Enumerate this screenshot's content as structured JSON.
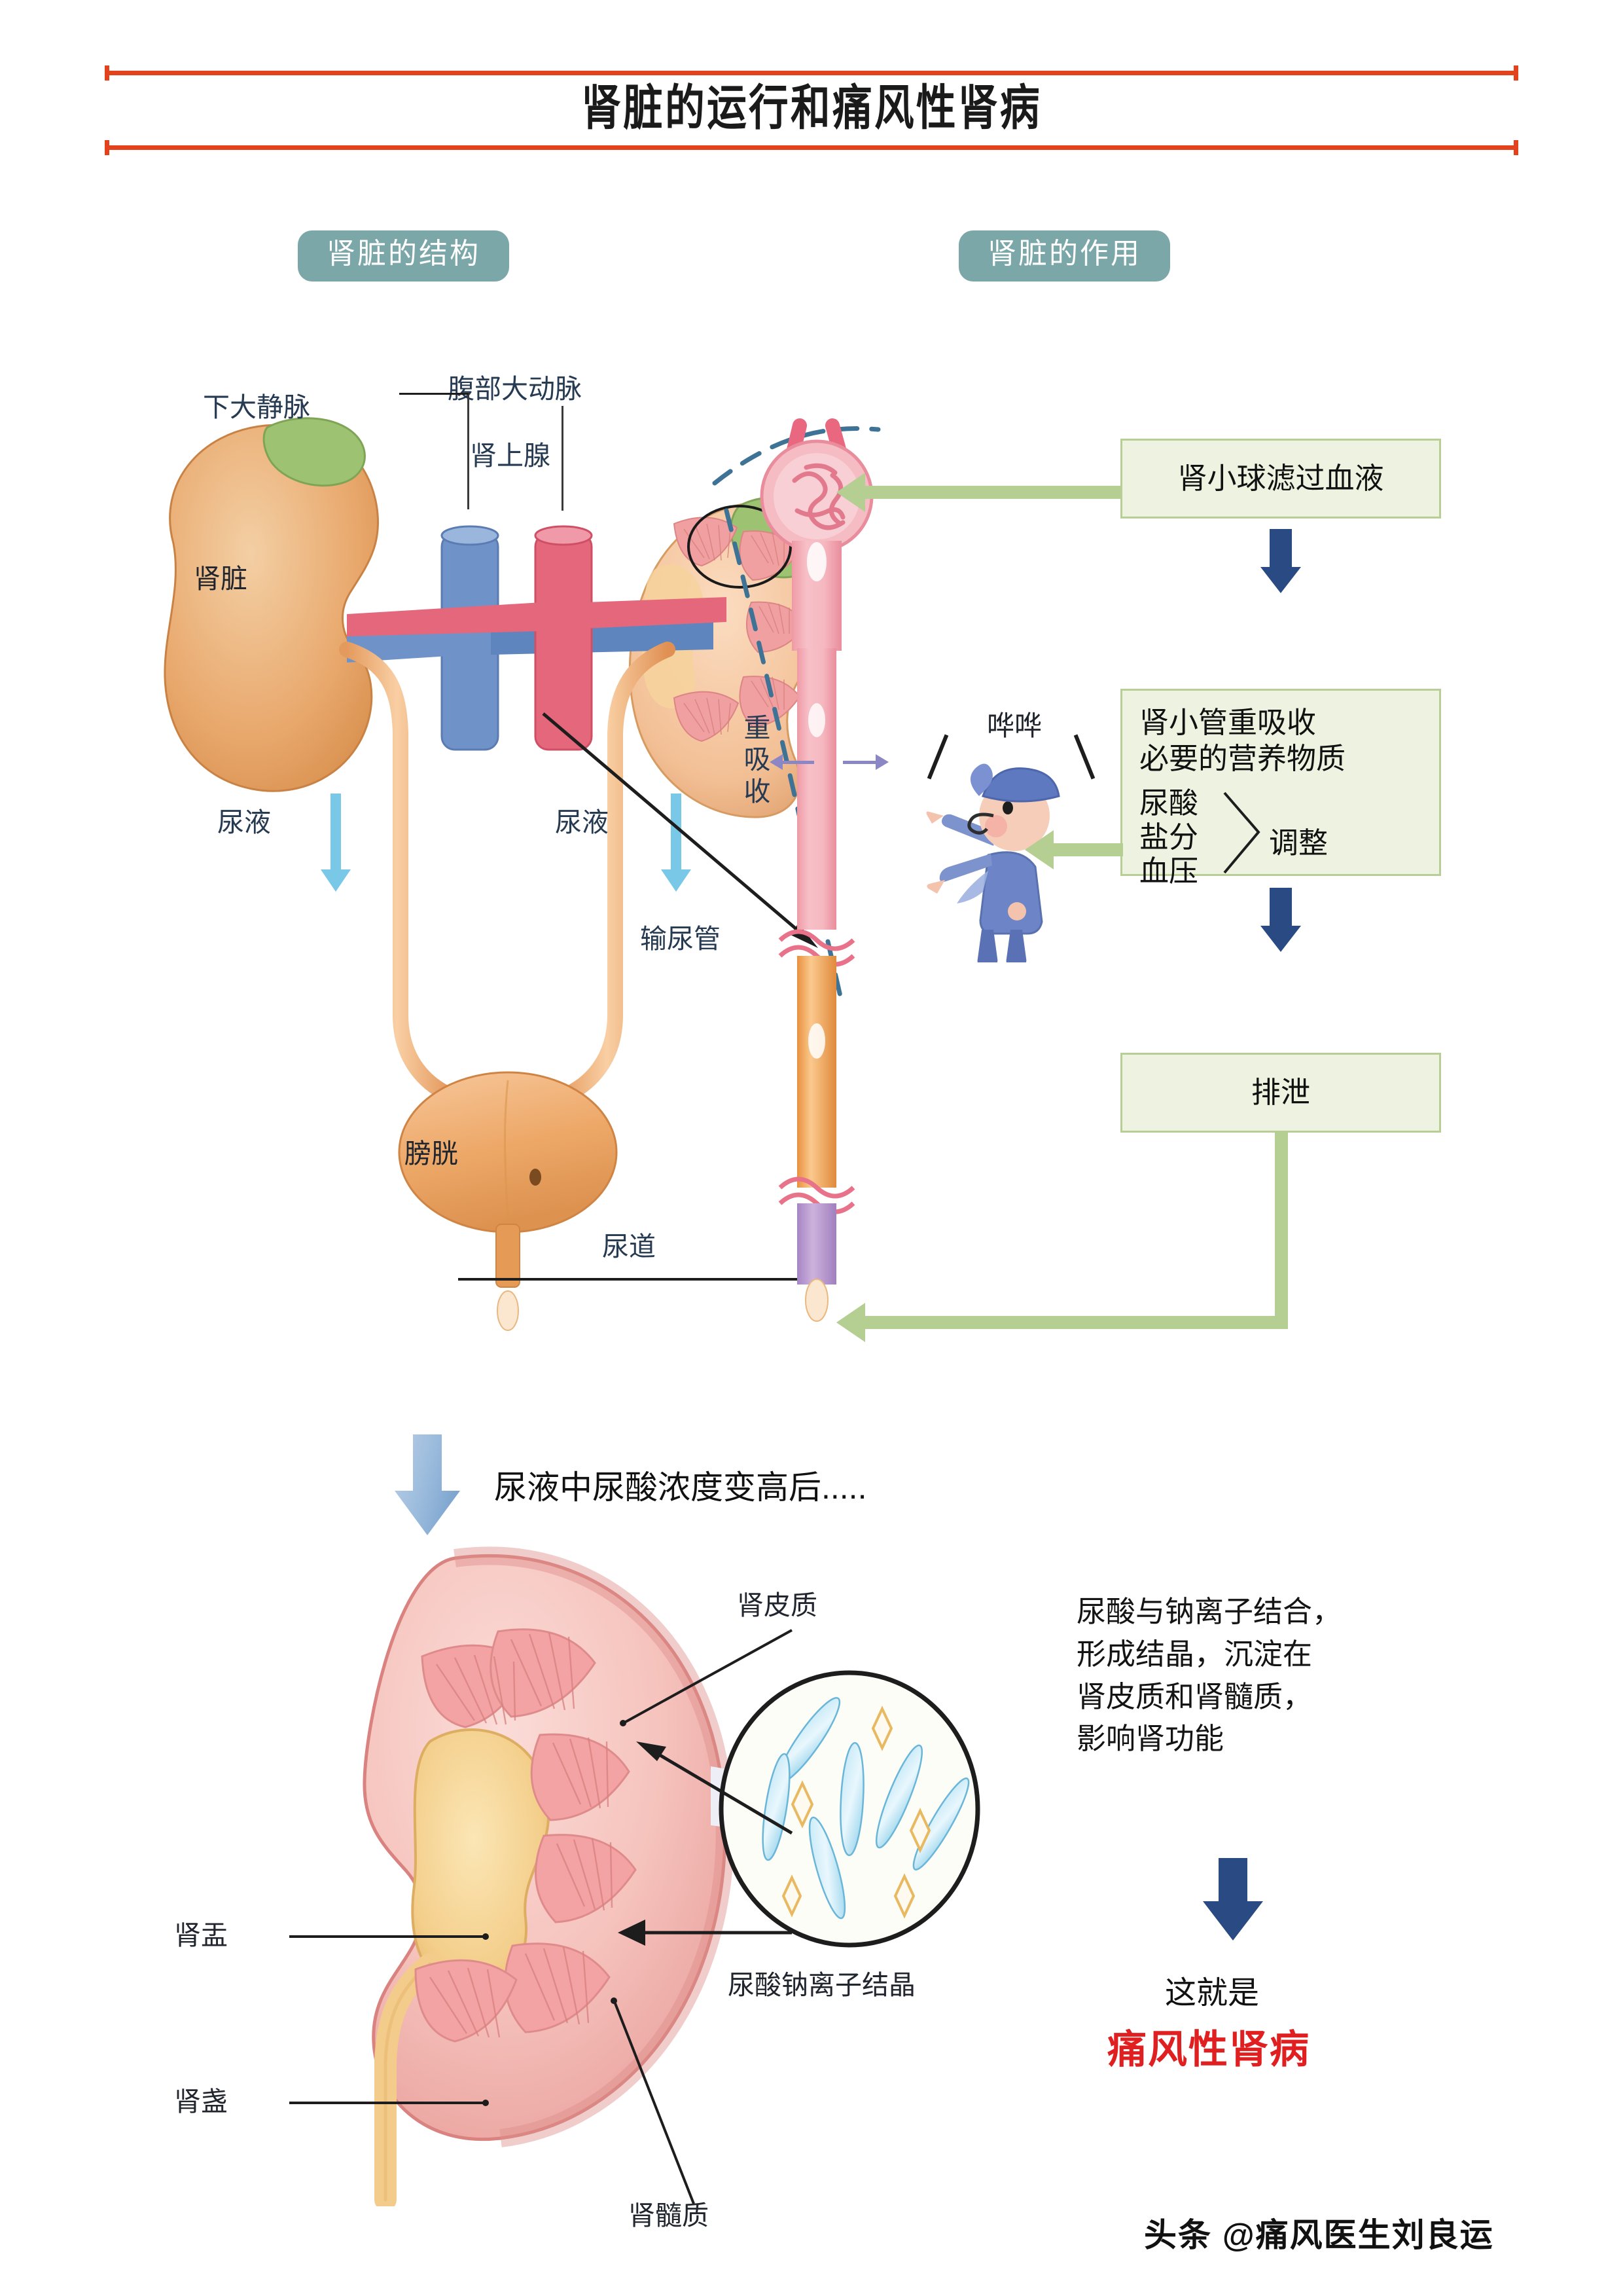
{
  "title": "肾脏的运行和痛风性肾病",
  "sections": {
    "structure_chip": "肾脏的结构",
    "function_chip": "肾脏的作用"
  },
  "anatomy_labels": {
    "inferior_vena_cava": "下大静脉",
    "abdominal_aorta": "腹部大动脉",
    "adrenal_gland": "肾上腺",
    "kidney": "肾脏",
    "urine_left": "尿液",
    "urine_right": "尿液",
    "ureter": "输尿管",
    "bladder": "膀胱",
    "urethra": "尿道",
    "reabsorption": "重吸收"
  },
  "flow": {
    "box1": "肾小球滤过血液",
    "box2_line1": "肾小管重吸收",
    "box2_line2": "必要的营养物质",
    "box2_items": [
      "尿酸",
      "盐分",
      "血压"
    ],
    "box2_brace_label": "调整",
    "box3": "排泄",
    "whistle_sfx": "哗哗"
  },
  "transition": {
    "text": "尿液中尿酸浓度变高后....."
  },
  "cross_section_labels": {
    "renal_cortex": "肾皮质",
    "renal_pelvis": "肾盂",
    "renal_calyx": "肾盏",
    "renal_medulla": "肾髓质",
    "urate_crystals": "尿酸钠离子结晶"
  },
  "explanation": {
    "text": "尿酸与钠离子结合，\n形成结晶，沉淀在\n肾皮质和肾髓质，\n影响肾功能"
  },
  "conclusion": {
    "line1": "这就是",
    "line2": "痛风性肾病"
  },
  "footer": {
    "credit": "头条 @痛风医生刘良运"
  },
  "colors": {
    "title_rule": "#e2431c",
    "chip_bg": "#7ba7a8",
    "flow_box_bg": "#eef3e1",
    "flow_box_border": "#b9ce96",
    "blue_arrow": "#2a4a84",
    "green_connector": "#b5cf92",
    "cyan_arrow": "#79c8e8",
    "purple_arrow": "#8b86c4",
    "conclusion_red": "#e02020",
    "kidney_organ": "#e9a96e",
    "kidney_section": "#f2b7b4",
    "crystal_blue": "#8fd0ea",
    "crystal_gold": "#e8b960"
  }
}
